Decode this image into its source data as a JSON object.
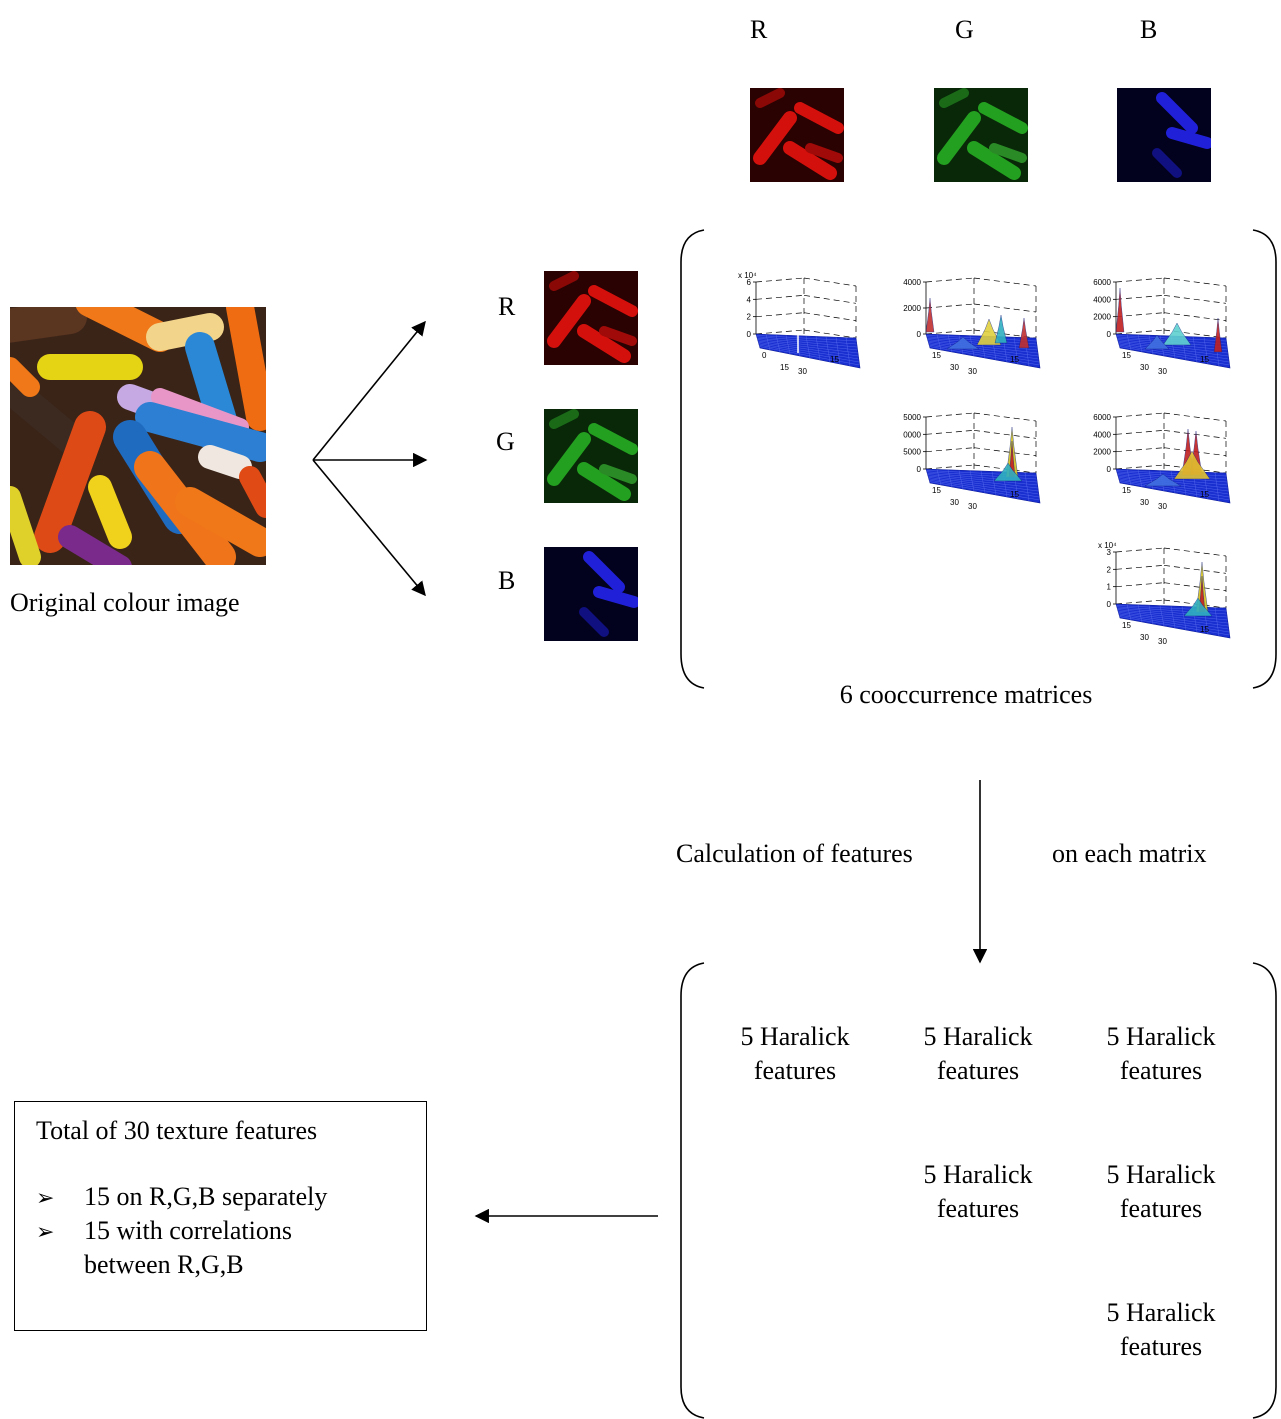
{
  "channel_headers": [
    "R",
    "G",
    "B"
  ],
  "row_labels": [
    "R",
    "G",
    "B"
  ],
  "original_caption": "Original colour image",
  "cooccurrence_caption": "6 cooccurrence matrices",
  "arrow_text_left": "Calculation of features",
  "arrow_text_right": "on each matrix",
  "features": {
    "line1": "5 Haralick",
    "line2": "features"
  },
  "summary": {
    "title": "Total of 30 texture features",
    "bullets": [
      "15 on R,G,B separately",
      "15 with correlations",
      "between R,G,B"
    ]
  },
  "plots": [
    {
      "id": "RR",
      "z_ticks": [
        "6",
        "4",
        "2",
        "0"
      ],
      "multiplier": "x 10⁴",
      "axis_ticks": [
        "0",
        "15",
        "30",
        "15"
      ]
    },
    {
      "id": "RG",
      "z_ticks": [
        "4000",
        "2000",
        "0"
      ],
      "axis_ticks": [
        "15",
        "30",
        "30",
        "15"
      ]
    },
    {
      "id": "RB",
      "z_ticks": [
        "6000",
        "4000",
        "2000",
        "0"
      ],
      "axis_ticks": [
        "15",
        "30",
        "30",
        "15"
      ]
    },
    {
      "id": "GG",
      "z_ticks": [
        "5000",
        "0000",
        "5000",
        "0"
      ],
      "axis_ticks": [
        "15",
        "30",
        "30",
        "15"
      ]
    },
    {
      "id": "GB",
      "z_ticks": [
        "6000",
        "4000",
        "2000",
        "0"
      ],
      "axis_ticks": [
        "15",
        "30",
        "30",
        "15"
      ]
    },
    {
      "id": "BB",
      "z_ticks": [
        "3",
        "2",
        "1",
        "0"
      ],
      "multiplier": "x 10⁴",
      "axis_ticks": [
        "15",
        "30",
        "30",
        "15"
      ]
    }
  ],
  "colors": {
    "red_channel": "#e0140f",
    "green_channel": "#1f9a1a",
    "blue_channel": "#1a1ae0",
    "mesh": "#1a2fd0"
  }
}
